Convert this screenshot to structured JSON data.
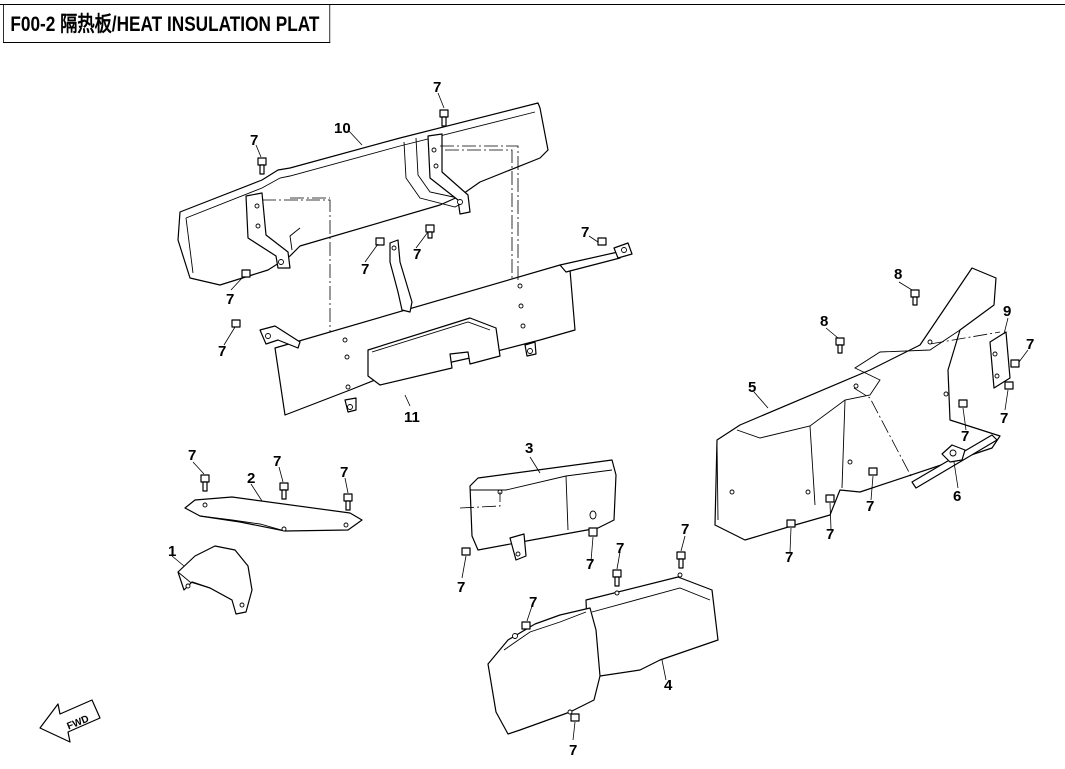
{
  "header": {
    "title": "F00-2 隔热板/HEAT INSULATION PLAT"
  },
  "callouts": {
    "p1": "1",
    "p2": "2",
    "p3": "3",
    "p4": "4",
    "p5": "5",
    "p6": "6",
    "p8": "8",
    "p9": "9",
    "p10": "10",
    "p11": "11",
    "bolt": "7"
  },
  "fwd_arrow": {
    "label": "FWD"
  }
}
